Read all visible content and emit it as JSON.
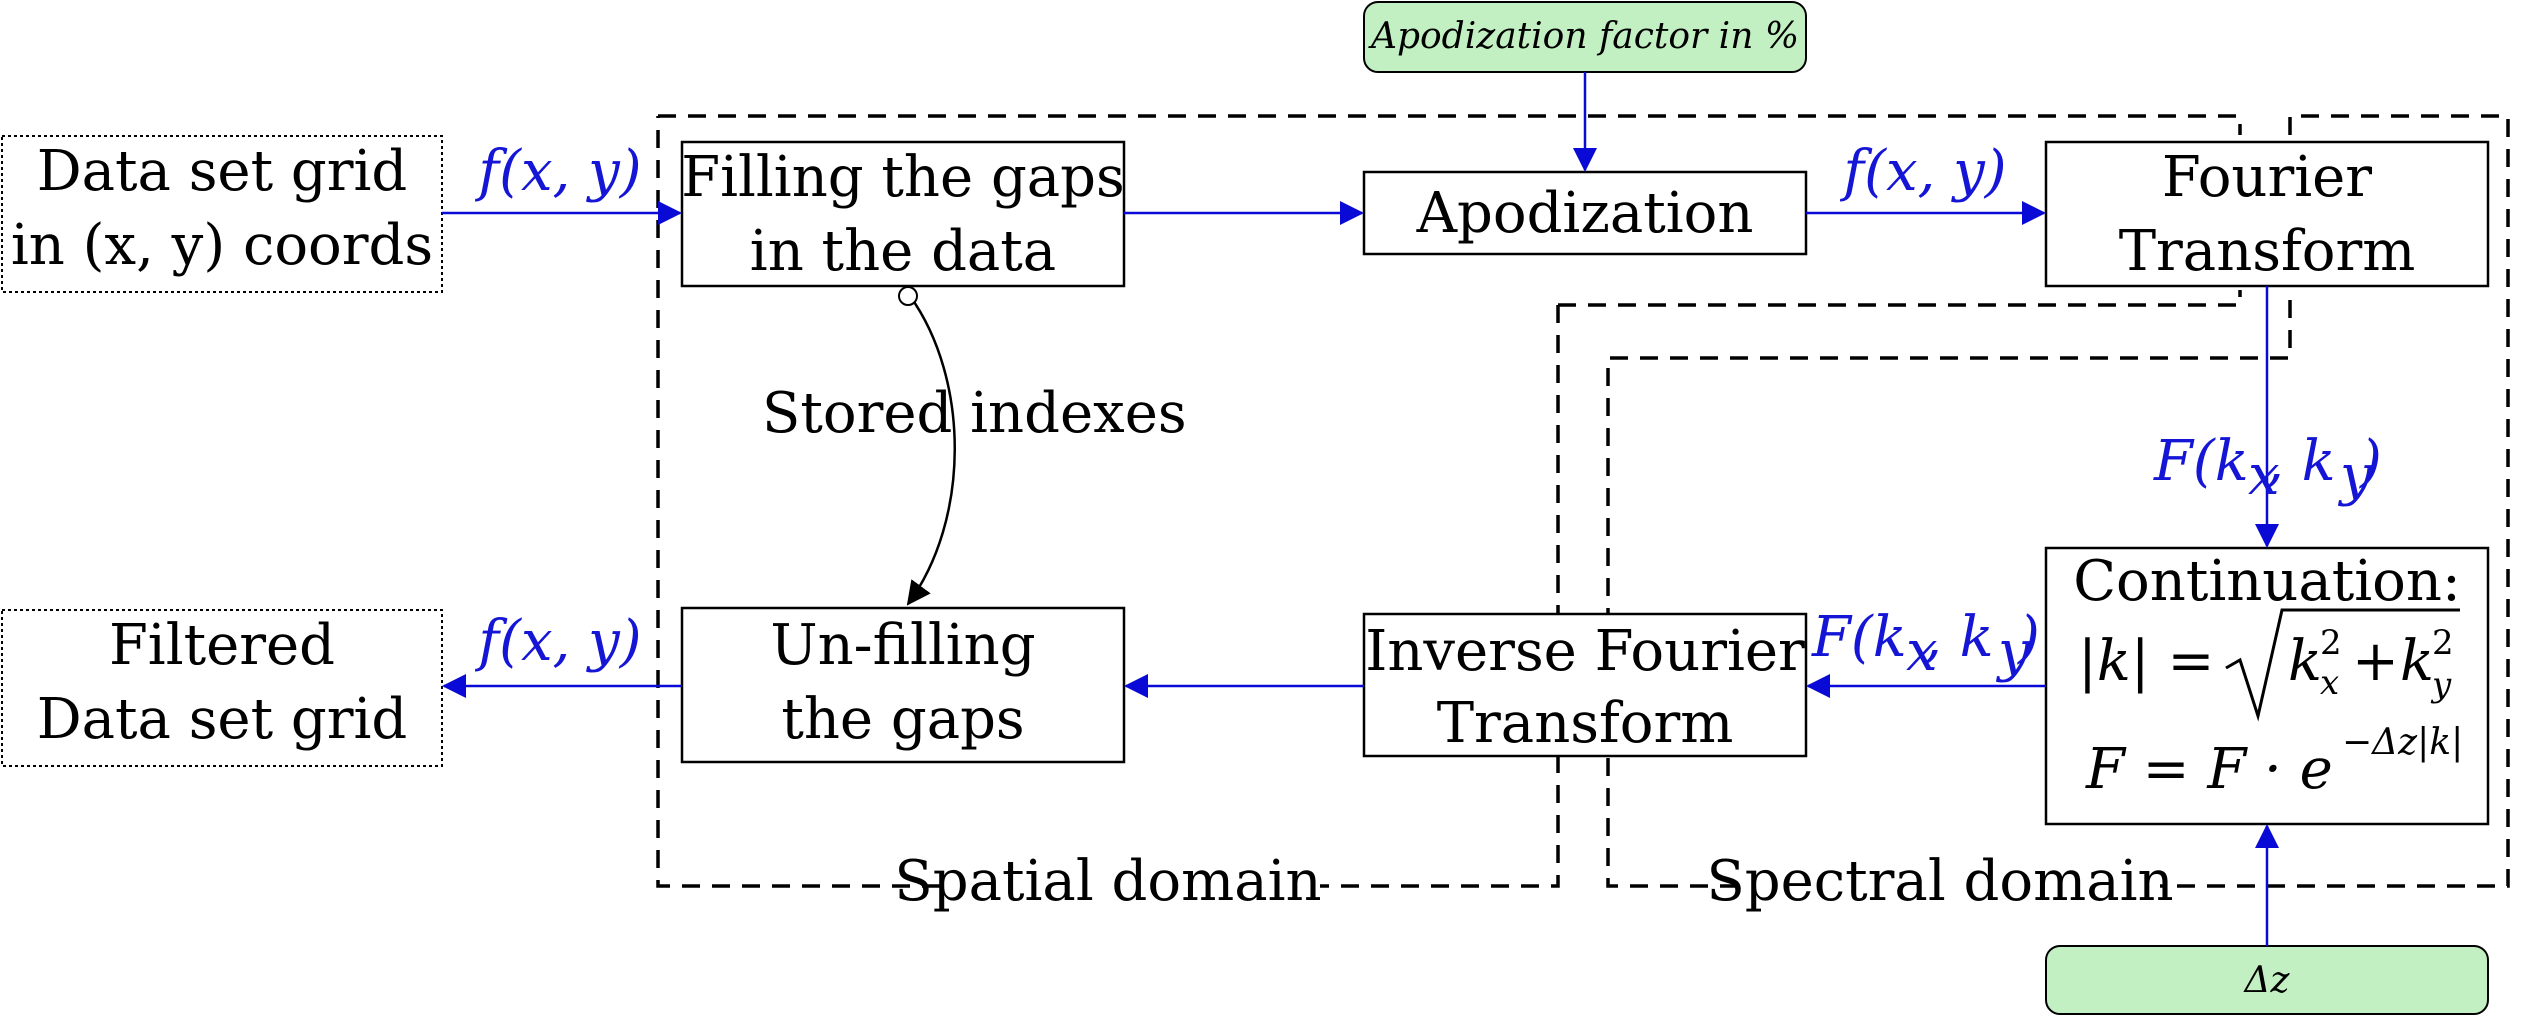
{
  "inputs": {
    "data_grid_line1": "Data set grid",
    "data_grid_line2": "in (x, y) coords",
    "filtered_line1": "Filtered",
    "filtered_line2": "Data set grid"
  },
  "boxes": {
    "filling_line1": "Filling the gaps",
    "filling_line2": "in the data",
    "apodization": "Apodization",
    "fourier_line1": "Fourier",
    "fourier_line2": "Transform",
    "continuation_title": "Continuation:",
    "unfilling_line1": "Un-filling",
    "unfilling_line2": "the gaps",
    "inverse_line1": "Inverse Fourier",
    "inverse_line2": "Transform"
  },
  "parameters": {
    "apodization_factor": "Apodization factor in %",
    "delta_z": "Δz"
  },
  "edge_labels": {
    "f_xy": "f(x, y)",
    "F_k": "F(k",
    "x_sub": "x",
    "comma_k": ", k",
    "y_sub": "y",
    "close_paren": ")",
    "stored_indexes": "Stored indexes"
  },
  "formulas": {
    "abs_k": "|k| =",
    "k_x": "k",
    "k_y": "k",
    "sub_x": "x",
    "sub_y": "y",
    "sup_2": "2",
    "plus": "+",
    "F_eq": "F = F · e",
    "exponent": "−Δz|k|"
  },
  "domains": {
    "spatial": "Spatial domain",
    "spectral": "Spectral domain"
  },
  "colors": {
    "arrow_blue": "#0a0ad6",
    "param_fill": "#c2f0c2",
    "ink": "#000000"
  }
}
